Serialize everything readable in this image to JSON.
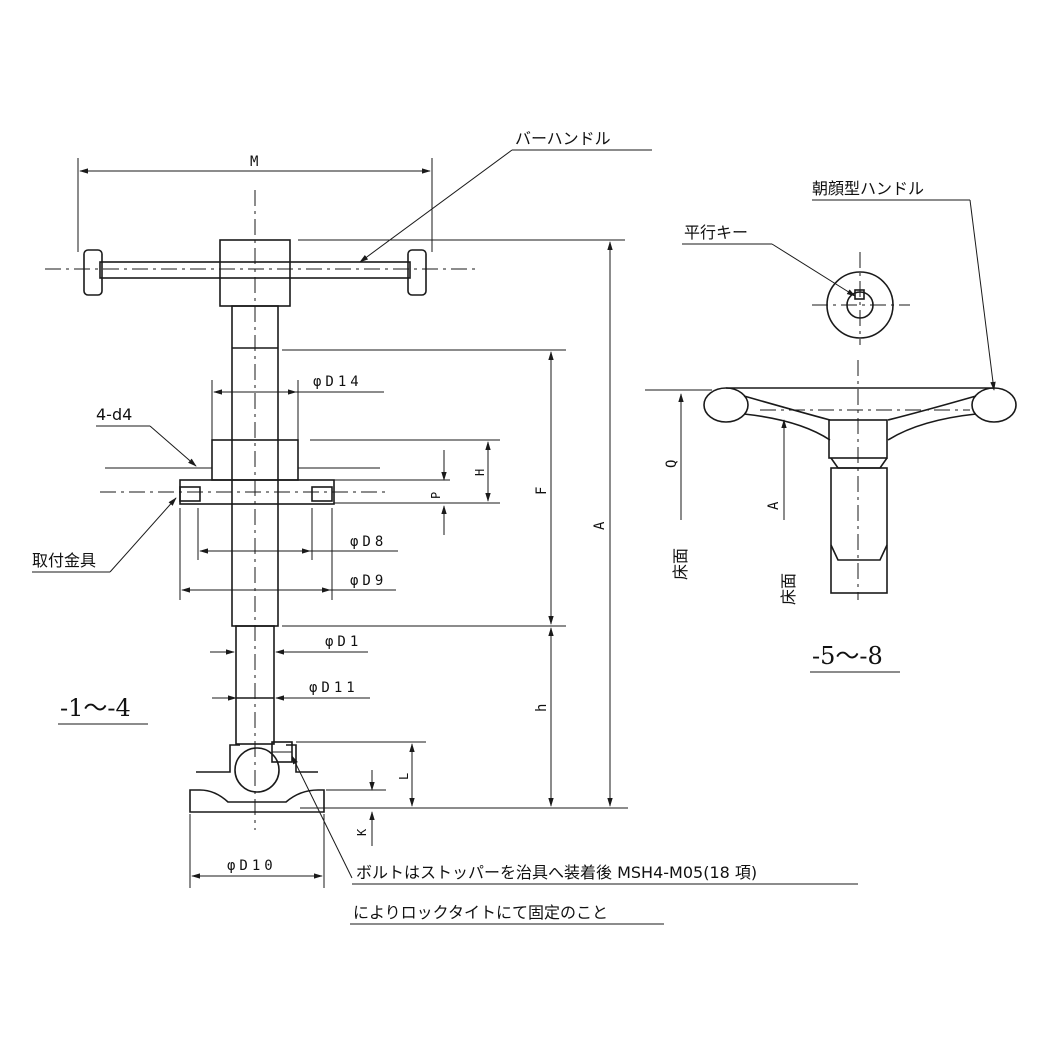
{
  "callouts": {
    "bar_handle": "バーハンドル",
    "asagao_handle": "朝顔型ハンドル",
    "parallel_key": "平行キー",
    "mount_bolt": "4-d4",
    "fitting": "取付金具"
  },
  "dims": {
    "M": "M",
    "A": "A",
    "F": "F",
    "h": "h",
    "H": "H",
    "P": "P",
    "L": "L",
    "K": "K",
    "Q": "Q",
    "A2": "A",
    "D14": "φD14",
    "D8": "φD8",
    "D9": "φD9",
    "D1": "φD1",
    "D11": "φD11",
    "D10": "φD10"
  },
  "floor_label": "床面",
  "view_labels": {
    "left": "-1〜-4",
    "right": "-5〜-8"
  },
  "note": {
    "line1": "ボルトはストッパーを治具へ装着後 MSH4-M05(18 項)",
    "line2": "によりロックタイトにて固定のこと"
  }
}
